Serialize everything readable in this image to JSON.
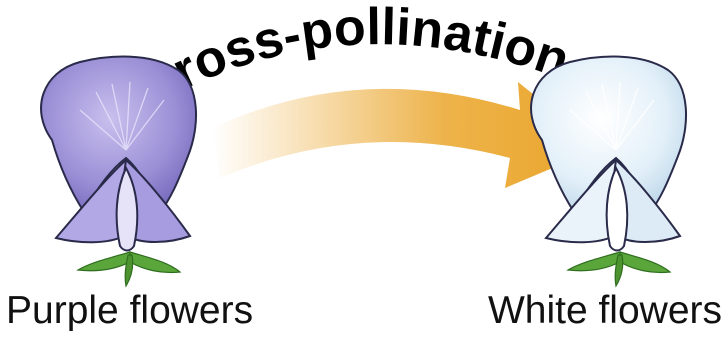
{
  "diagram": {
    "arrow_label": "Cross-pollination",
    "flowers": [
      {
        "label": "Purple flowers",
        "color": "#9b8fd6",
        "shade": "#6f63b8",
        "light": "#c9c0ee"
      },
      {
        "label": "White flowers",
        "color": "#d9ebf7",
        "shade": "#a9c9de",
        "light": "#f4f9fd"
      }
    ],
    "arrow_color": "#eaa52a",
    "leaf_color": "#5aa63a"
  }
}
